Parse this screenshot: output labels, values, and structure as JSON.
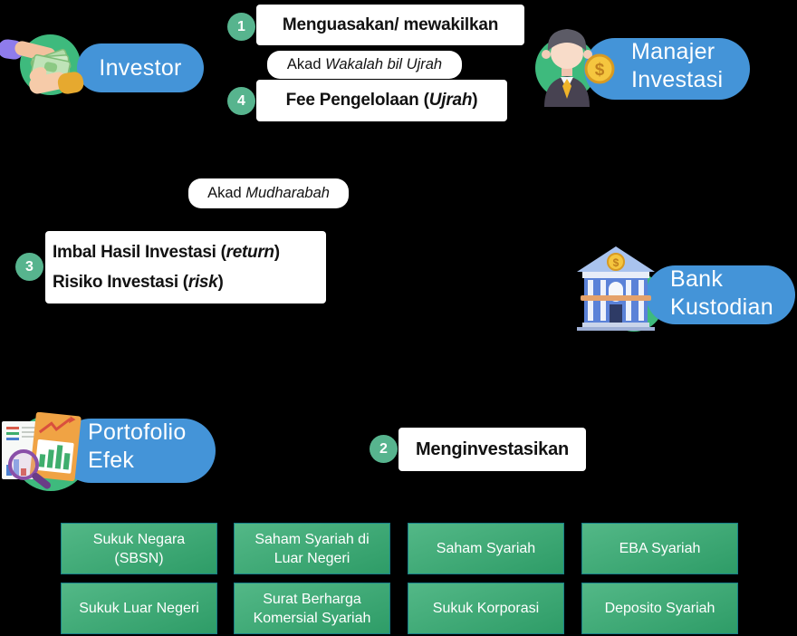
{
  "diagram": {
    "background": "#000000",
    "entities": {
      "investor": {
        "label": "Investor",
        "icon": "money-hands-icon"
      },
      "manajer_investasi": {
        "line1": "Manajer",
        "line2": "Investasi",
        "icon": "investment-manager-icon",
        "icon2": "dollar-coin-icon"
      },
      "bank_kustodian": {
        "line1": "Bank",
        "line2": "Kustodian",
        "icon": "bank-building-icon"
      },
      "portofolio_efek": {
        "line1": "Portofolio",
        "line2": "Efek",
        "icon": "portfolio-documents-icon"
      }
    },
    "steps": {
      "step1": {
        "number": "1",
        "label": "Menguasakan/ mewakilkan"
      },
      "step2": {
        "number": "2",
        "label": "Menginvestasikan"
      },
      "step3": {
        "number": "3",
        "line1_prefix": "Imbal Hasil Investasi (",
        "line1_italic": "return",
        "line1_suffix": ")",
        "line2_prefix": "Risiko Investasi (",
        "line2_italic": "risk",
        "line2_suffix": ")"
      },
      "step4": {
        "number": "4",
        "prefix": "Fee Pengelolaan (",
        "italic": "Ujrah",
        "suffix": ")"
      }
    },
    "akad": {
      "wakalah": {
        "prefix": "Akad ",
        "italic": "Wakalah bil Ujrah"
      },
      "mudharabah": {
        "prefix": "Akad ",
        "italic": "Mudharabah"
      }
    },
    "portfolio_boxes": [
      "Sukuk Negara (SBSN)",
      "Saham Syariah di Luar Negeri",
      "Saham Syariah",
      "EBA Syariah",
      "Sukuk Luar Negeri",
      "Surat Berharga Komersial Syariah",
      "Sukuk Korporasi",
      "Deposito Syariah"
    ],
    "colors": {
      "pill_blue": "#4494d8",
      "icon_circle_green": "#3eba7d",
      "badge_green": "#57b48e",
      "box_green_top": "#53b887",
      "box_green_bottom": "#2e9c67",
      "box_green_border": "#188089",
      "label_box_bg": "#ffffff",
      "label_text": "#121212",
      "pill_text": "#ffffff"
    }
  }
}
